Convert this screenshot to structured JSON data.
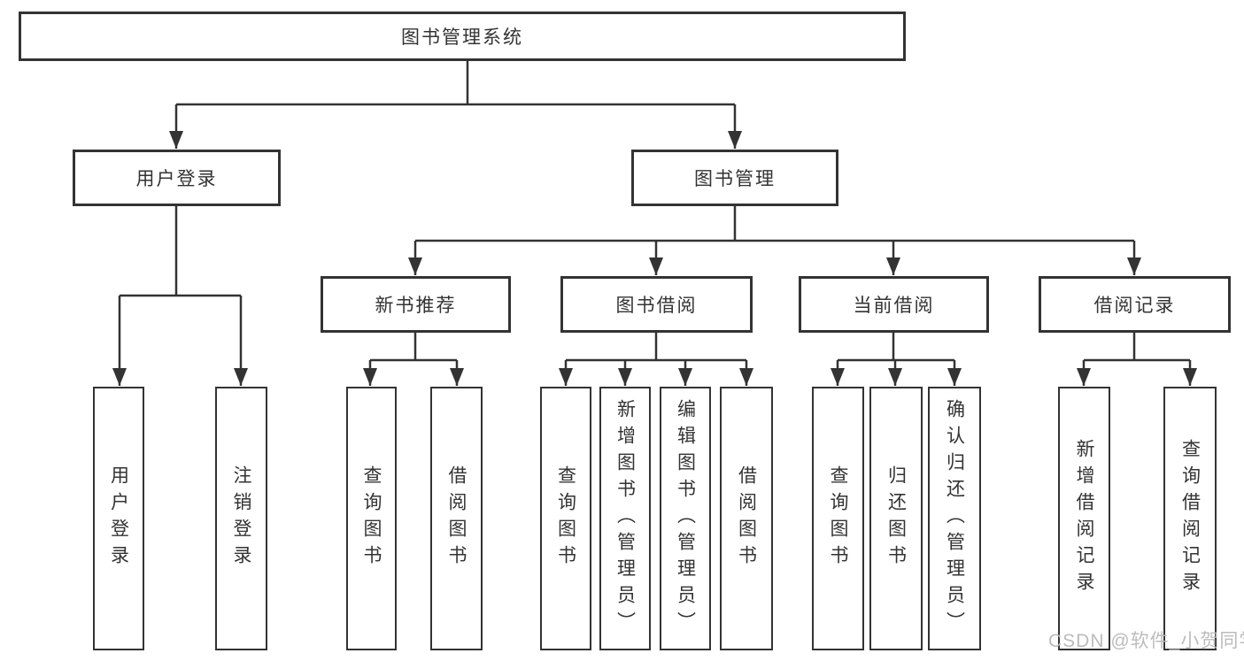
{
  "diagram": {
    "title": "图书管理系统",
    "branches": [
      {
        "label": "用户登录",
        "children": [
          {
            "label": "用户登录"
          },
          {
            "label": "注销登录"
          }
        ]
      },
      {
        "label": "图书管理",
        "groups": [
          {
            "label": "新书推荐",
            "children": [
              {
                "label": "查询图书"
              },
              {
                "label": "借阅图书"
              }
            ]
          },
          {
            "label": "图书借阅",
            "children": [
              {
                "label": "查询图书"
              },
              {
                "label": "新增图书（管理员）"
              },
              {
                "label": "编辑图书（管理员）"
              },
              {
                "label": "借阅图书"
              }
            ]
          },
          {
            "label": "当前借阅",
            "children": [
              {
                "label": "查询图书"
              },
              {
                "label": "归还图书"
              },
              {
                "label": "确认归还（管理员）"
              }
            ]
          },
          {
            "label": "借阅记录",
            "children": [
              {
                "label": "新增借阅记录"
              },
              {
                "label": "查询借阅记录"
              }
            ]
          }
        ]
      }
    ]
  },
  "watermark": {
    "text": "CSDN @软件_小贺同学"
  },
  "colors": {
    "line": "#333333",
    "text": "#333333",
    "background": "#ffffff",
    "watermark": "#b8b8b8"
  }
}
